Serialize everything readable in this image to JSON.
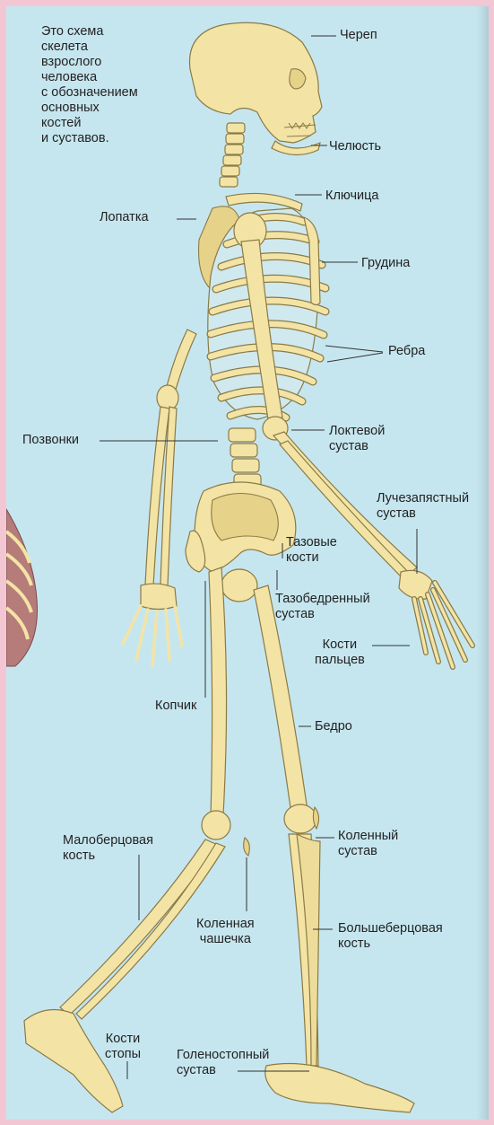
{
  "intro_text": "Это схема\nскелета\nвзрослого\nчеловека\nс обозначением\nосновных\nкостей\nи суставов.",
  "labels": {
    "skull": "Череп",
    "jaw": "Челюсть",
    "clavicle": "Ключица",
    "scapula": "Лопатка",
    "sternum": "Грудина",
    "ribs": "Ребра",
    "vertebrae": "Позвонки",
    "elbow": "Локтевой\nсустав",
    "wrist": "Лучезапястный\nсустав",
    "pelvis": "Тазовые\nкости",
    "hip": "Тазобедренный\nсустав",
    "finger_bones": "Кости\nпальцев",
    "coccyx": "Копчик",
    "femur": "Бедро",
    "fibula": "Малоберцовая\nкость",
    "knee_joint": "Коленный\nсустав",
    "patella": "Коленная\nчашечка",
    "tibia": "Большеберцовая\nкость",
    "foot_bones": "Кости\nстопы",
    "ankle": "Голеностопный\nсустав"
  },
  "colors": {
    "background": "#c6e6ef",
    "border": "#f2c7d3",
    "bone": "#f3e4a6",
    "bone_outline": "#8a7a45",
    "leader_line": "#333333"
  }
}
